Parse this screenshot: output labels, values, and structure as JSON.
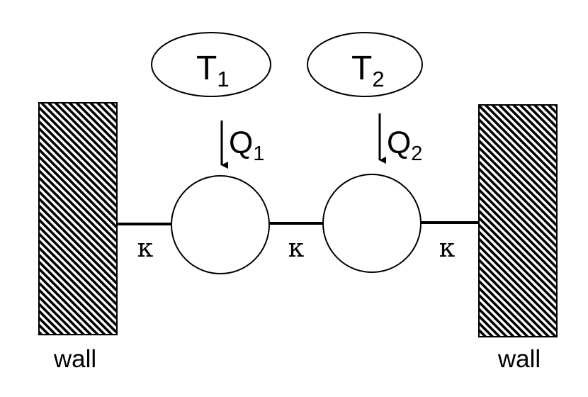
{
  "walls": [
    {
      "label": "wall"
    },
    {
      "label": "wall"
    }
  ],
  "reservoirs": [
    {
      "symbol": "T",
      "subscript": "1"
    },
    {
      "symbol": "T",
      "subscript": "2"
    }
  ],
  "heat_flows": [
    {
      "symbol": "Q",
      "subscript": "1"
    },
    {
      "symbol": "Q",
      "subscript": "2"
    }
  ],
  "springs": [
    {
      "label": "κ"
    },
    {
      "label": "κ"
    },
    {
      "label": "κ"
    }
  ],
  "colors": {
    "stroke": "#000000",
    "fill": "#ffffff"
  }
}
